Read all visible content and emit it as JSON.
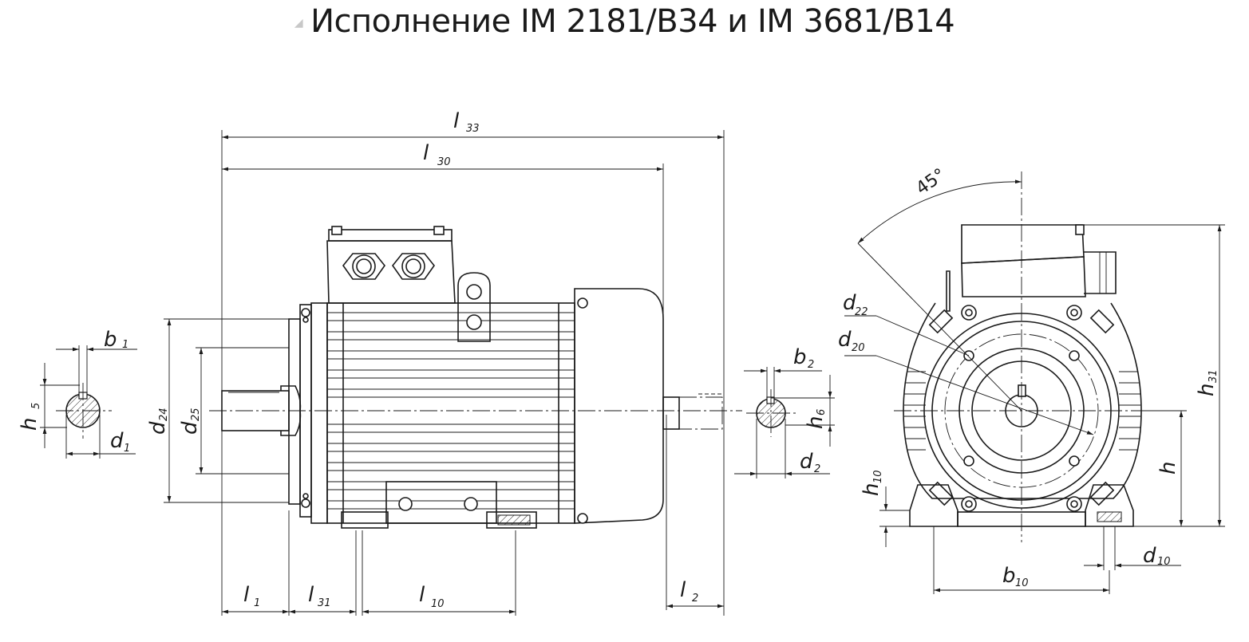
{
  "title": "Исполнение IM 2181/B34 и IM 3681/B14",
  "dimensions": {
    "l33": {
      "main": "l",
      "sub": "33"
    },
    "l30": {
      "main": "l",
      "sub": "30"
    },
    "l1": {
      "main": "l",
      "sub": "1"
    },
    "l31": {
      "main": "l",
      "sub": "31"
    },
    "l10": {
      "main": "l",
      "sub": "10"
    },
    "l2": {
      "main": "l",
      "sub": "2"
    },
    "b1": {
      "main": "b",
      "sub": "1"
    },
    "h5": {
      "main": "h",
      "sub": "5"
    },
    "d1": {
      "main": "d",
      "sub": "1"
    },
    "d24": {
      "main": "d",
      "sub": "24"
    },
    "d25": {
      "main": "d",
      "sub": "25"
    },
    "b2": {
      "main": "b",
      "sub": "2"
    },
    "h6": {
      "main": "h",
      "sub": "6"
    },
    "d2": {
      "main": "d",
      "sub": "2"
    },
    "d22": {
      "main": "d",
      "sub": "22"
    },
    "d20": {
      "main": "d",
      "sub": "20"
    },
    "h10": {
      "main": "h",
      "sub": "10"
    },
    "h": {
      "main": "h",
      "sub": ""
    },
    "h31": {
      "main": "h",
      "sub": "31"
    },
    "d10": {
      "main": "d",
      "sub": "10"
    },
    "b10": {
      "main": "b",
      "sub": "10"
    }
  },
  "angle_label": "45°"
}
